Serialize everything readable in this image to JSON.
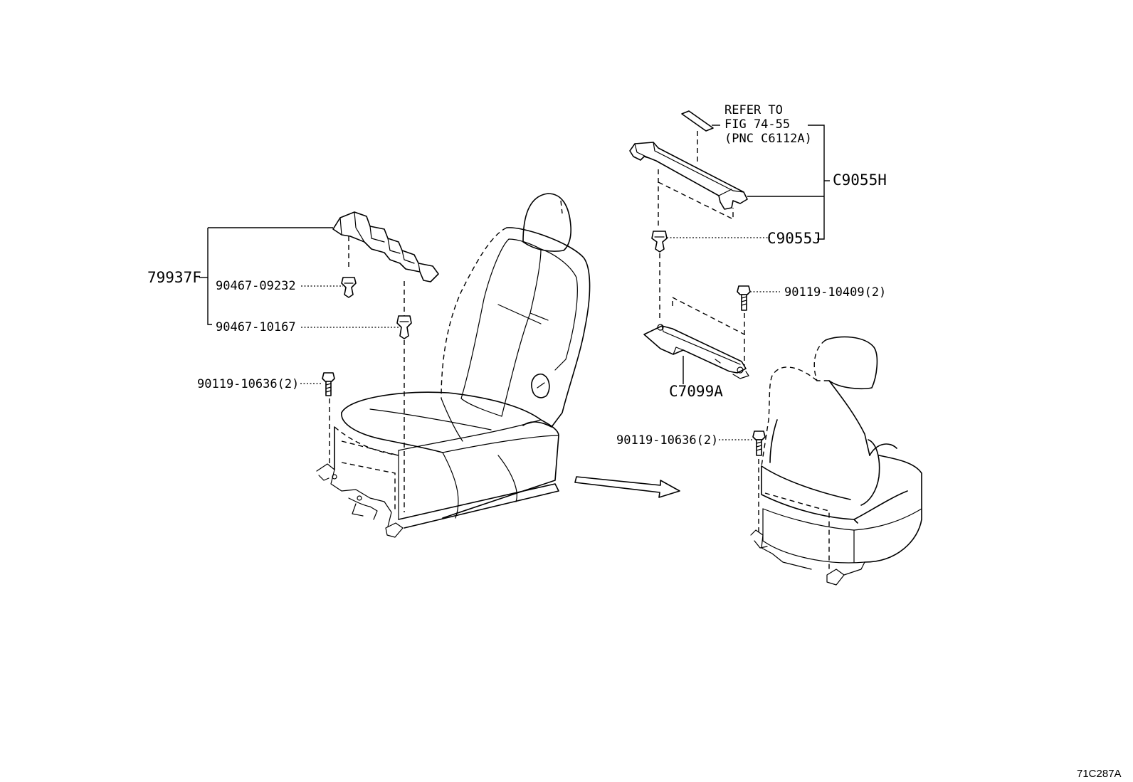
{
  "labels": {
    "part_79937F": "79937F",
    "part_90467_09232": "90467-09232",
    "part_90467_10167": "90467-10167",
    "part_90119_10636_left": "90119-10636(2)",
    "ref_line1": "REFER TO",
    "ref_line2": "FIG 74-55",
    "ref_line3": "(PNC C6112A)",
    "part_C9055H": "C9055H",
    "part_C9055J": "C9055J",
    "part_90119_10409": "90119-10409(2)",
    "part_C7099A": "C7099A",
    "part_90119_10636_right": "90119-10636(2)",
    "figure_code": "71C287A"
  }
}
